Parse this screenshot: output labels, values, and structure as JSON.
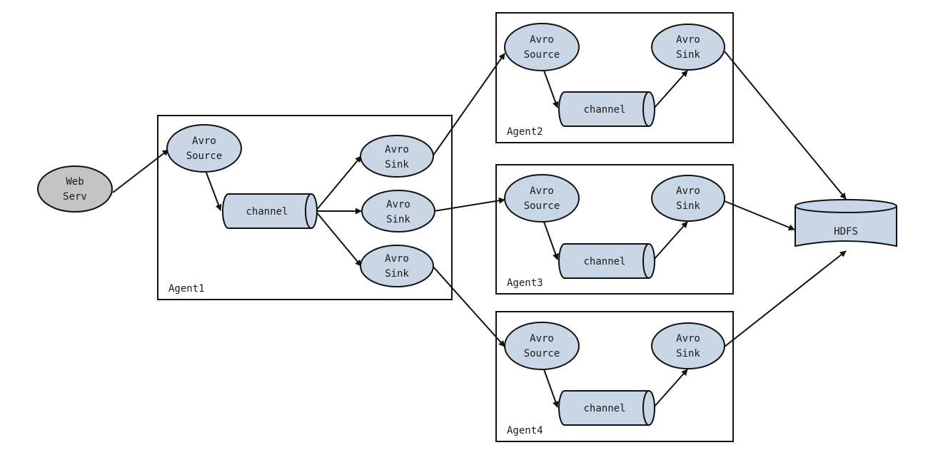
{
  "web_server": {
    "line1": "Web",
    "line2": "Serv"
  },
  "agents": [
    {
      "label": "Agent1",
      "source": {
        "line1": "Avro",
        "line2": "Source"
      },
      "channel": "channel",
      "sinks": [
        {
          "line1": "Avro",
          "line2": "Sink"
        },
        {
          "line1": "Avro",
          "line2": "Sink"
        },
        {
          "line1": "Avro",
          "line2": "Sink"
        }
      ]
    },
    {
      "label": "Agent2",
      "source": {
        "line1": "Avro",
        "line2": "Source"
      },
      "channel": "channel",
      "sinks": [
        {
          "line1": "Avro",
          "line2": "Sink"
        }
      ]
    },
    {
      "label": "Agent3",
      "source": {
        "line1": "Avro",
        "line2": "Source"
      },
      "channel": "channel",
      "sinks": [
        {
          "line1": "Avro",
          "line2": "Sink"
        }
      ]
    },
    {
      "label": "Agent4",
      "source": {
        "line1": "Avro",
        "line2": "Source"
      },
      "channel": "channel",
      "sinks": [
        {
          "line1": "Avro",
          "line2": "Sink"
        }
      ]
    }
  ],
  "hdfs": {
    "label": "HDFS"
  },
  "colors": {
    "node_fill": "#c9d6e6",
    "web_fill": "#c4c4c4",
    "stroke": "#111111"
  }
}
